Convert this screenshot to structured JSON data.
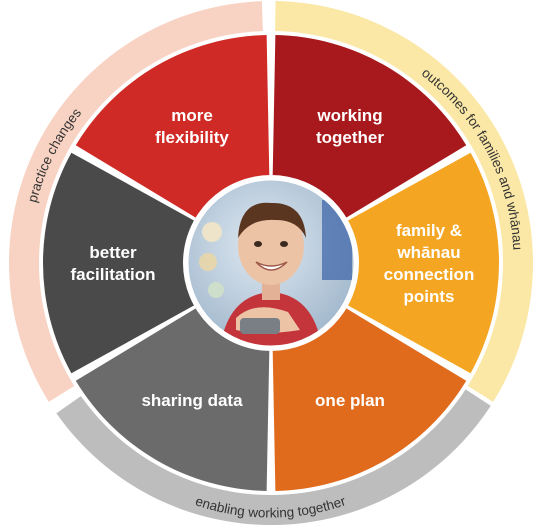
{
  "outer_ring": [
    {
      "label": "practice changes",
      "color": "#f8d3c3"
    },
    {
      "label": "outcomes for families and whānau",
      "color": "#fbe8a6"
    },
    {
      "label": "enabling working together",
      "color": "#bdbdbd"
    }
  ],
  "segments": [
    {
      "lines": [
        "working",
        "together"
      ],
      "color": "#a8191d"
    },
    {
      "lines": [
        "family &",
        "whānau",
        "connection",
        "points"
      ],
      "color": "#f4a521"
    },
    {
      "lines": [
        "one plan"
      ],
      "color": "#e06b1d"
    },
    {
      "lines": [
        "sharing data"
      ],
      "color": "#6b6b6b"
    },
    {
      "lines": [
        "better",
        "facilitation"
      ],
      "color": "#4a4a4a"
    },
    {
      "lines": [
        "more",
        "flexibility"
      ],
      "color": "#cf2a25"
    }
  ],
  "center_photo": {
    "icon": "smiling-child-photo",
    "border_color": "#ffffff"
  }
}
